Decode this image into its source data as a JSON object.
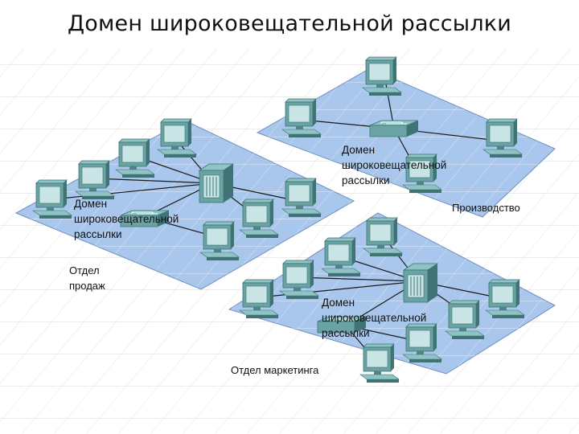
{
  "title": "Домен широковещательной рассылки",
  "domains": [
    {
      "label_lines": [
        "Домен",
        "широковещательной",
        "рассылки"
      ],
      "caption": "Производство"
    },
    {
      "label_lines": [
        "Домен",
        "широковещательной",
        "рассылки"
      ],
      "caption_lines": [
        "Отдел",
        "продаж"
      ]
    },
    {
      "label_lines": [
        "Домен",
        "широковещательной",
        "рассылки"
      ],
      "caption": "Отдел маркетинга"
    }
  ],
  "colors": {
    "floor": "#a9c6ec",
    "floor_edge": "#6f8fbf",
    "device": "#6aa3a4",
    "device_dark": "#3f7374",
    "link": "#1a1a1a"
  },
  "icons": [
    "workstation-icon",
    "switch-icon",
    "hub-icon",
    "grid-background"
  ]
}
